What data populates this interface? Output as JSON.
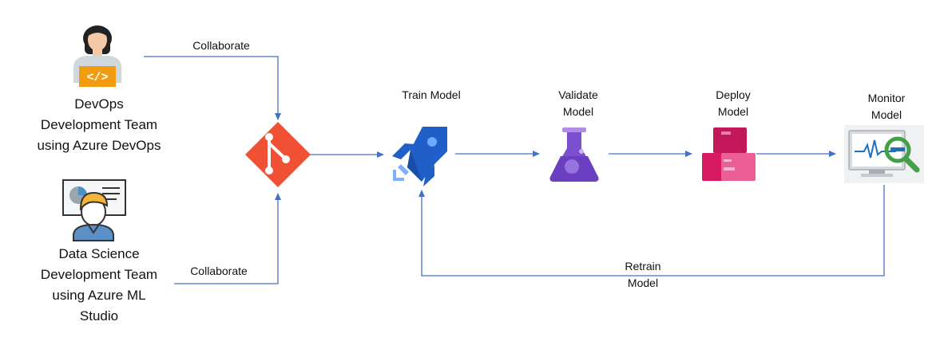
{
  "colors": {
    "connector": "#4472c4",
    "git": "#f05033",
    "devops_blue": "#1f5fc7",
    "flask_purple": "#7b4fd1",
    "deploy_pink": "#d81b60",
    "monitor_green": "#43a047"
  },
  "actors": {
    "devops": {
      "icon": "developer-person-icon",
      "lines": [
        "DevOps",
        "Development Team",
        "using Azure DevOps"
      ]
    },
    "data_science": {
      "icon": "data-scientist-person-icon",
      "lines": [
        "Data Science",
        "Development Team",
        "using Azure ML",
        "Studio"
      ]
    }
  },
  "edges": {
    "devops_to_git": "Collaborate",
    "ds_to_git": "Collaborate",
    "retrain": [
      "Retrain",
      "Model"
    ]
  },
  "nodes": {
    "git": {
      "icon": "git-icon"
    },
    "train": {
      "icon": "azure-pipelines-rocket-icon",
      "lines": [
        "Train Model"
      ]
    },
    "validate": {
      "icon": "flask-icon",
      "lines": [
        "Validate",
        "Model"
      ]
    },
    "deploy": {
      "icon": "package-boxes-icon",
      "lines": [
        "Deploy",
        "Model"
      ]
    },
    "monitor": {
      "icon": "monitor-magnifier-icon",
      "lines": [
        "Monitor",
        "Model"
      ]
    }
  }
}
